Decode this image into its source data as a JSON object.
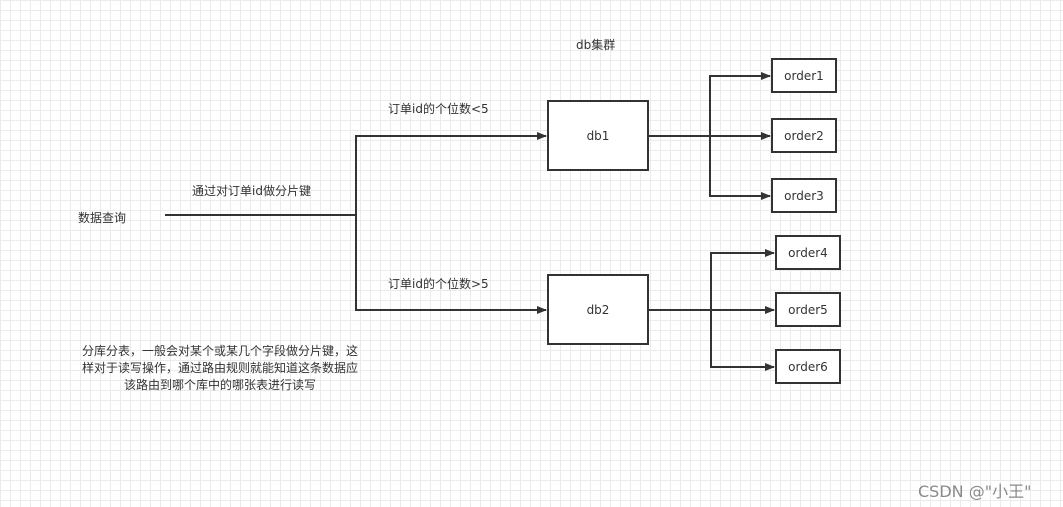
{
  "cluster_label": "db集群",
  "source_label": "数据查询",
  "shard_key_label": "通过对订单id做分片键",
  "branch_low_label": "订单id的个位数<5",
  "branch_high_label": "订单id的个位数>5",
  "databases": [
    {
      "name": "db1",
      "tables": [
        "order1",
        "order2",
        "order3"
      ]
    },
    {
      "name": "db2",
      "tables": [
        "order4",
        "order5",
        "order6"
      ]
    }
  ],
  "note": [
    "分库分表，一般会对某个或某几个字段做分片键，这",
    "样对于读写操作，通过路由规则就能知道这条数据应",
    "该路由到哪个库中的哪张表进行读写"
  ],
  "watermark": "CSDN @\"小王\""
}
